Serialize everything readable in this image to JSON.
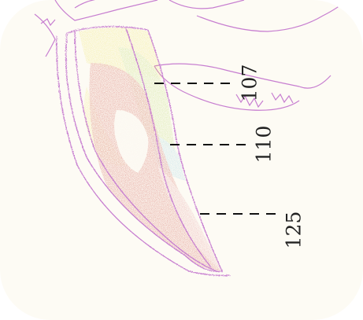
{
  "labels": [
    "107",
    "110",
    "125"
  ],
  "colors": {
    "outline": "#c77ed0",
    "dash": "#111111",
    "yellow": "#ece35c",
    "green": "#b7d86a",
    "blue": "#9fd3e6",
    "red": "#c9423a",
    "pink": "#e6a3a8",
    "background": "#fdfbf4"
  }
}
